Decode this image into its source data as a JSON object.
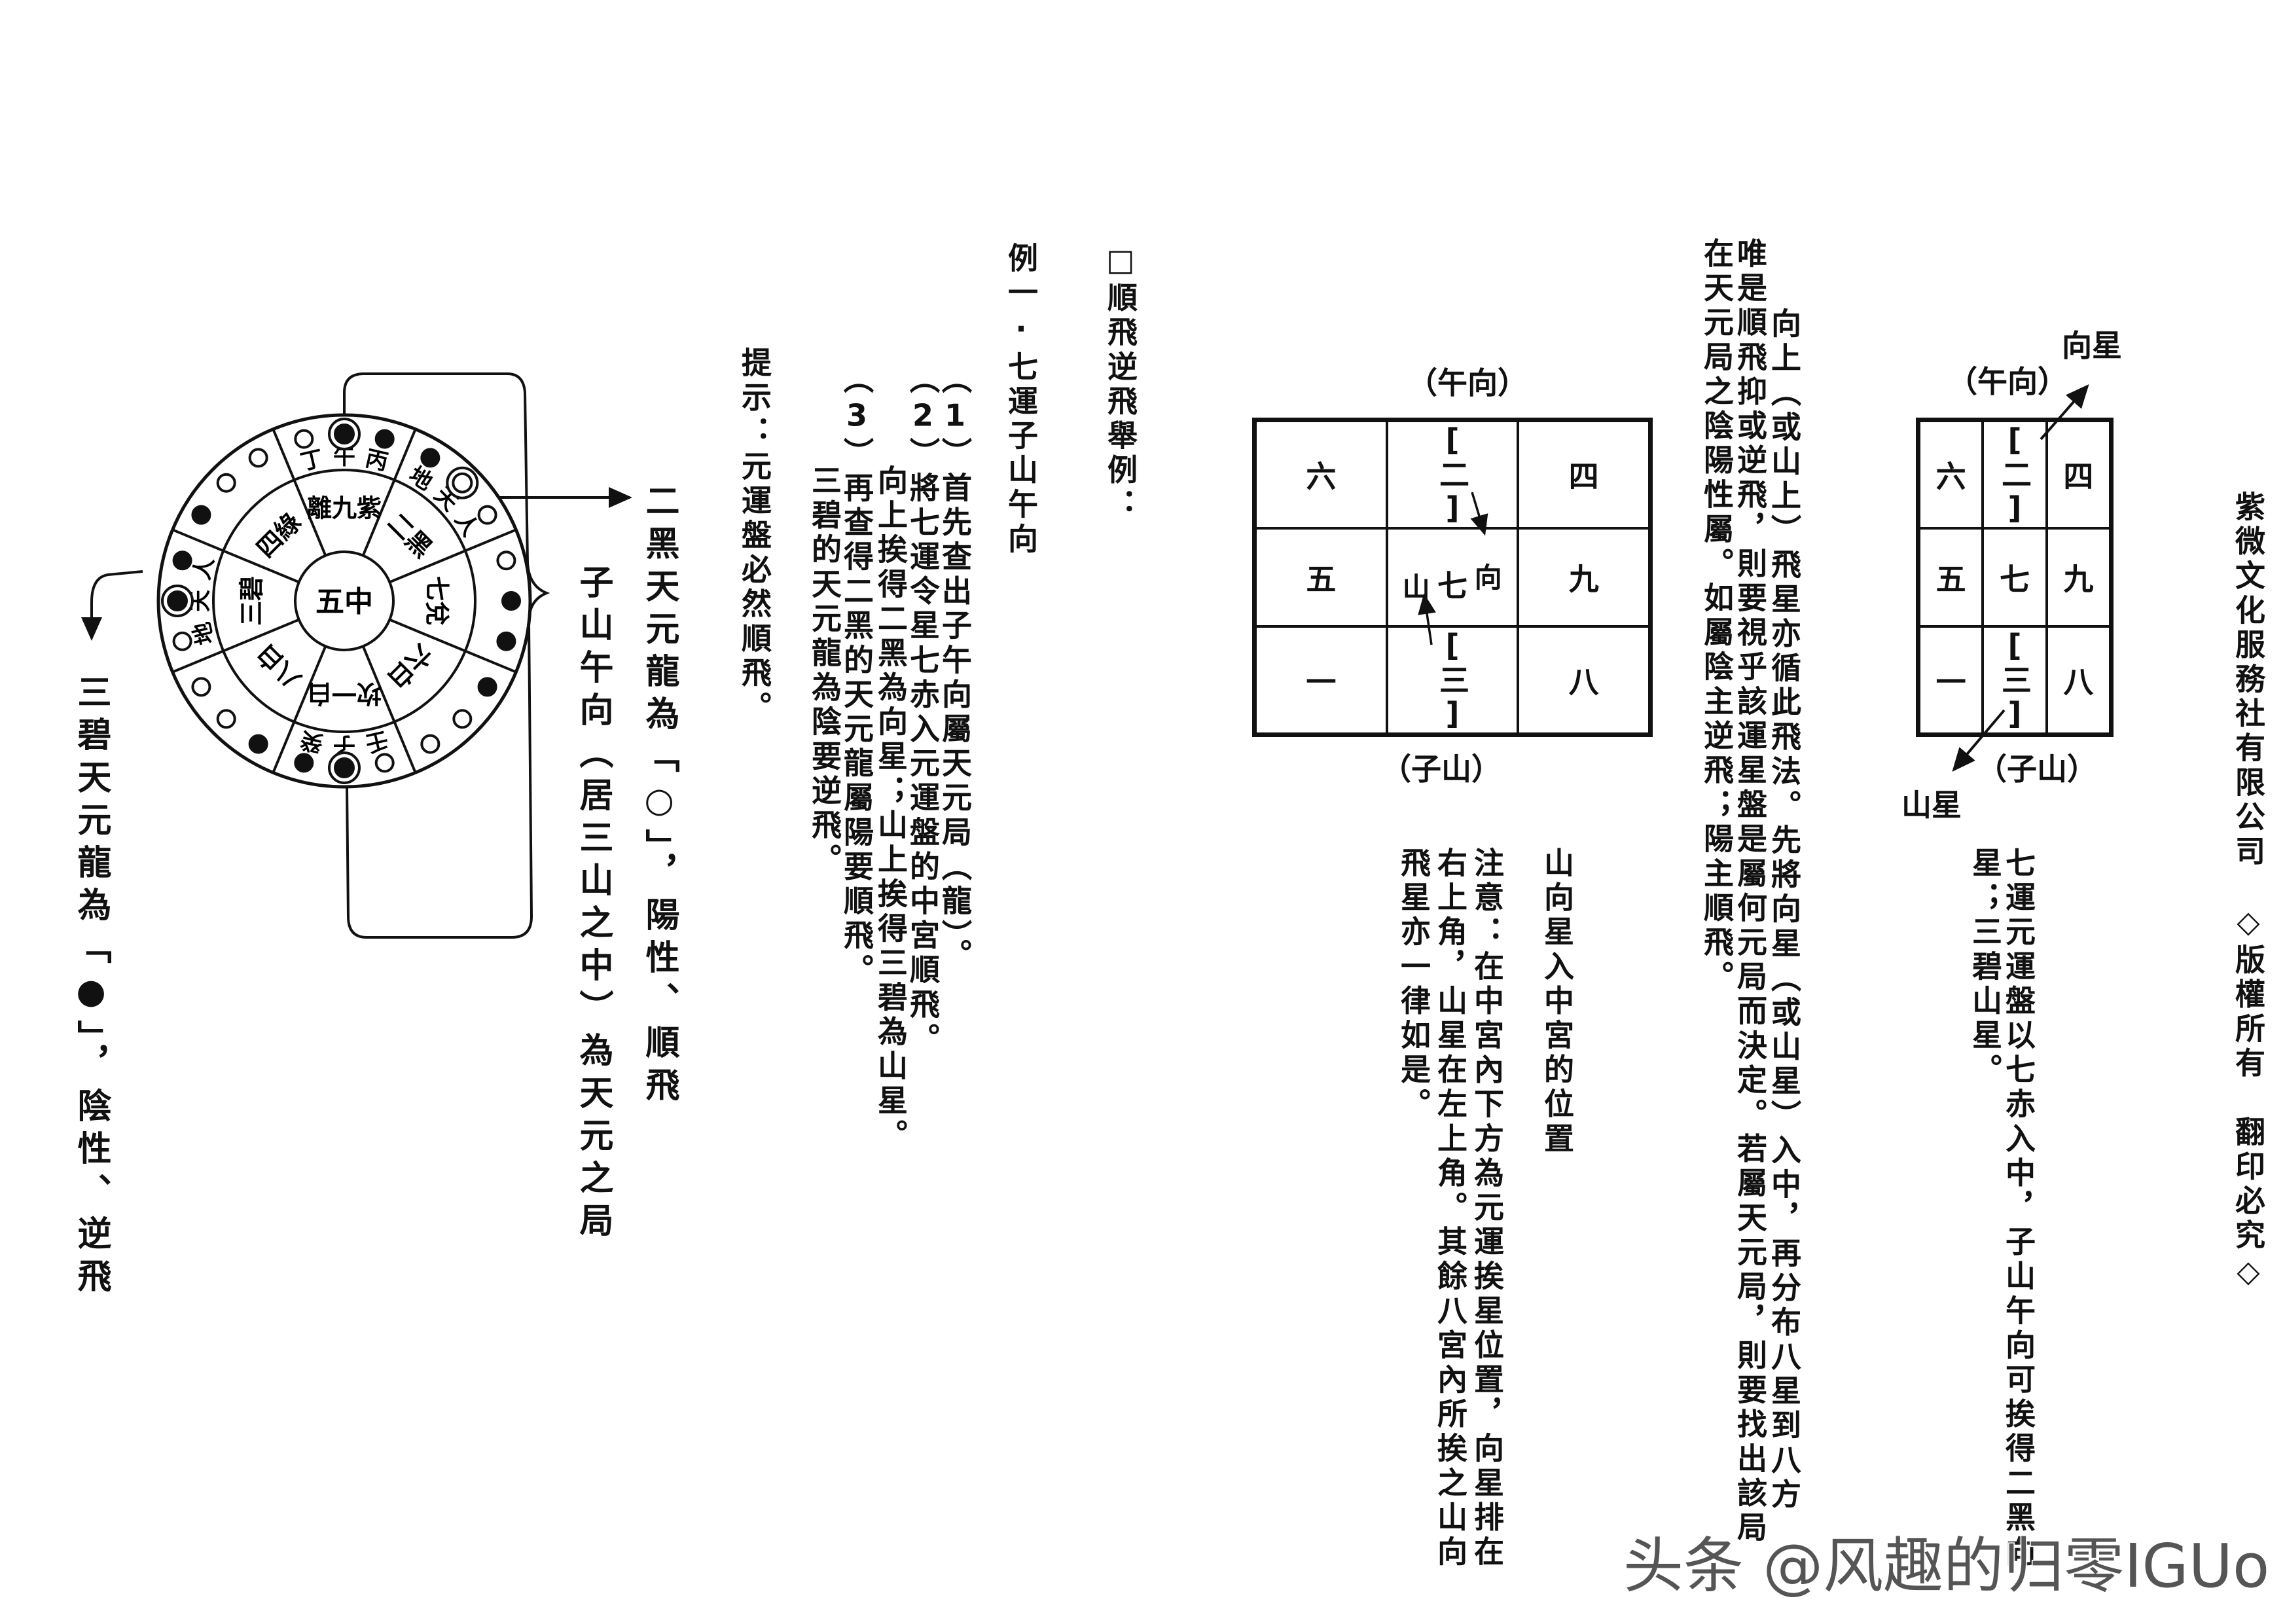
{
  "copyright": "紫微文化服務社有限公司　◇版權所有　翻印必究◇",
  "right_section": {
    "columns": [
      "向上（或山上）飛星亦循此飛法。先將向星（或山星）入中，再分布八星到八方",
      "唯是順飛抑或逆飛，則要視乎該運星盤是屬何元局而決定。若屬天元局，則要找出該局",
      "在天元局之陰陽性屬。如屬陰主逆飛；陽主順飛。"
    ],
    "grid": {
      "top_label": "（午向）",
      "bottom_label": "（子山）",
      "facing_star_label": "向星",
      "mountain_star_label": "山星",
      "cells": [
        "六",
        "[二]",
        "四",
        "五",
        "七",
        "九",
        "一",
        "[三]",
        "八"
      ]
    },
    "note_columns": [
      "七運元運盤以七赤入中，子山午向可挨得二黑向",
      "星；三碧山星。"
    ]
  },
  "middle_section": {
    "grid": {
      "top_label": "（午向）",
      "bottom_label": "（子山）",
      "cells": [
        "六",
        "[二]",
        "四",
        "五",
        "七",
        "九",
        "一",
        "[三]",
        "八"
      ],
      "center_mountain": "山",
      "center_facing": "向"
    },
    "columns": [
      "山向星入中宮的位置",
      "注意：在中宮內下方為元運挨星位置，向星排在",
      "右上角，山星在左上角。其餘八宮內所挨之山向",
      "飛星亦一律如是。"
    ]
  },
  "example_section": {
    "heading": "□順飛逆飛舉例：",
    "example_title": "例一‧七運子山午向",
    "steps": [
      "（1）首先查出子午向屬天元局（龍）。",
      "（2）將七運令星七赤入元運盤的中宮順飛。",
      "向上挨得二黑為向星；山上挨得三碧為山星。",
      "（3）再查得二黑的天元龍屬陽要順飛。",
      "三碧的天元龍為陰要逆飛。"
    ],
    "hint": "提示：元運盤必然順飛。"
  },
  "disk_section": {
    "center": "五中",
    "trigrams": [
      "離九紫",
      "二黑",
      "七兌",
      "六白",
      "坎一白",
      "八白",
      "三碧",
      "四綠"
    ],
    "outer_labels": [
      [
        "丁",
        "午",
        "丙"
      ],
      [
        "地",
        "天",
        "人"
      ],
      [],
      [],
      [
        "壬",
        "子",
        "癸"
      ],
      [],
      [
        "地",
        "天",
        "人"
      ],
      []
    ],
    "dots": [
      [
        "open",
        "black-ring",
        "black"
      ],
      [
        "black",
        "open-ring",
        "open"
      ],
      [
        "open",
        "black",
        "black"
      ],
      [
        "black",
        "open",
        "open"
      ],
      [
        "open",
        "black-ring",
        "black"
      ],
      [
        "black",
        "open",
        "open"
      ],
      [
        "open",
        "black-ring",
        "black"
      ],
      [
        "black",
        "open",
        "open"
      ]
    ],
    "note_yang": "二黑天元龍為「○」，陽性、順飛",
    "note_center": "子山午向（居三山之中）為天元之局",
    "note_yin": "三碧天元龍為「●」，陰性、逆飛"
  },
  "watermark": "头条 @风趣的归零IGUo"
}
